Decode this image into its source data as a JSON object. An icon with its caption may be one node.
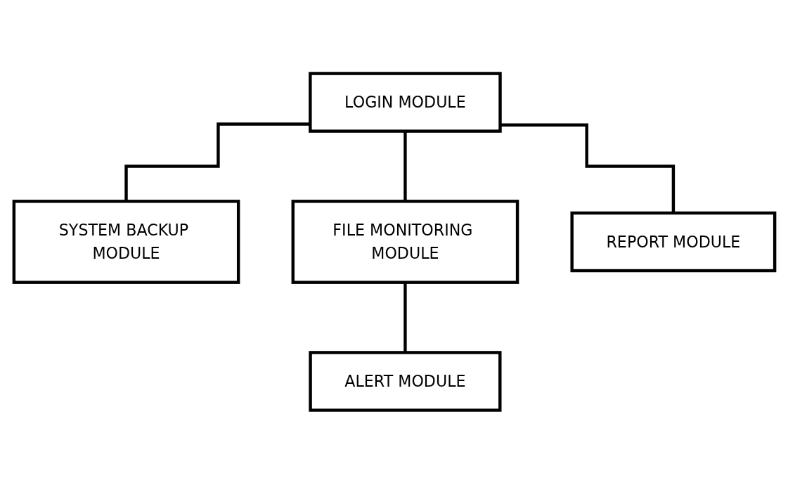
{
  "diagram": {
    "nodes": [
      {
        "text": [
          "LOGIN MODULE"
        ]
      },
      {
        "text": [
          "SYSTEM BACKUP MODULE"
        ]
      },
      {
        "text": [
          "FILE MONITORING MODULE"
        ]
      },
      {
        "text": [
          "REPORT MODULE"
        ]
      },
      {
        "text": [
          "ALERT MODULE"
        ]
      }
    ],
    "edges": [
      {
        "from": 0,
        "to": 1,
        "arrow": "none"
      },
      {
        "from": 0,
        "to": 2,
        "arrow": "none"
      },
      {
        "from": 0,
        "to": 3,
        "arrow": "none"
      },
      {
        "from": 2,
        "to": 4,
        "arrow": "none"
      }
    ]
  }
}
